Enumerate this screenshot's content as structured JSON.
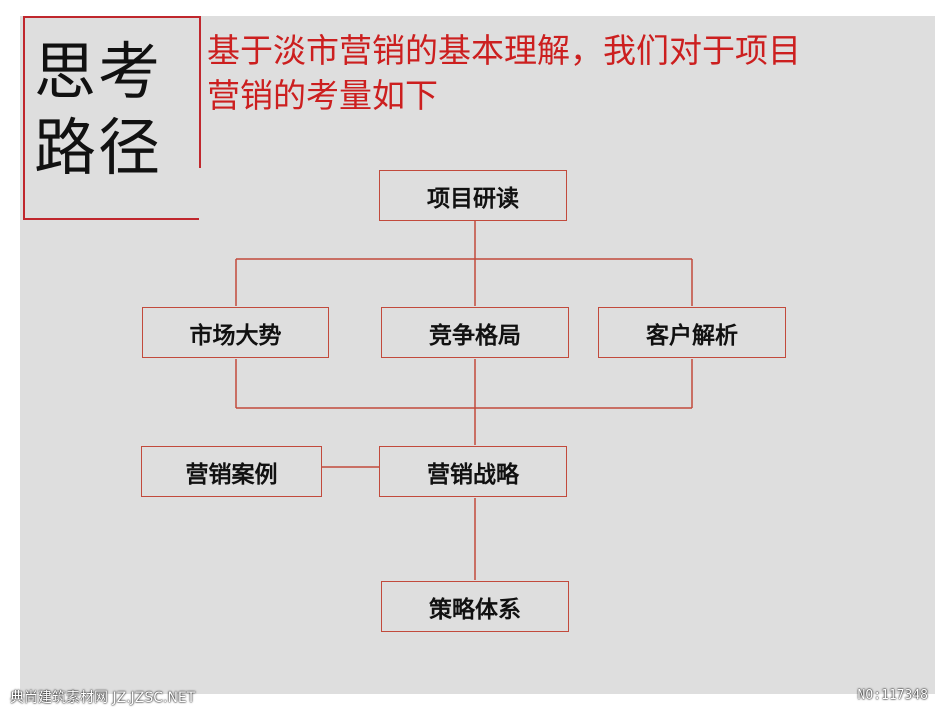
{
  "slide": {
    "corner_title": "思考路径",
    "corner_title_lines": [
      "思考",
      "路径"
    ],
    "headline": "基于淡市营销的基本理解，我们对于项目营销的考量如下",
    "headline_lines": [
      "基于淡市营销的基本理解，我们对于项目",
      "营销的考量如下"
    ]
  },
  "diagram": {
    "nodes": {
      "project_study": "项目研读",
      "market_trend": "市场大势",
      "competition": "竞争格局",
      "customer_analysis": "客户解析",
      "marketing_cases": "营销案例",
      "marketing_strategy": "营销战略",
      "strategy_system": "策略体系"
    },
    "edges": [
      [
        "project_study",
        "market_trend"
      ],
      [
        "project_study",
        "competition"
      ],
      [
        "project_study",
        "customer_analysis"
      ],
      [
        "market_trend",
        "marketing_strategy"
      ],
      [
        "competition",
        "marketing_strategy"
      ],
      [
        "customer_analysis",
        "marketing_strategy"
      ],
      [
        "marketing_cases",
        "marketing_strategy"
      ],
      [
        "marketing_strategy",
        "strategy_system"
      ]
    ],
    "colors": {
      "node_border": "#c24a3c",
      "accent_red": "#cc1f1f",
      "background": "#dedede"
    }
  },
  "footer": {
    "watermark_left": "典尚建筑素材网 JZ.JZSC.NET",
    "watermark_right": "NO:117348"
  }
}
